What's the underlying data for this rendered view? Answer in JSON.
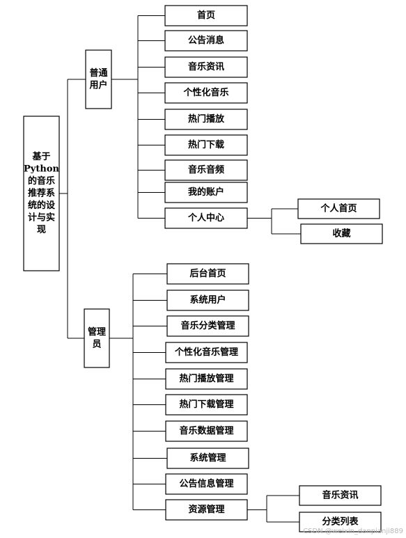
{
  "root": {
    "id": "root",
    "lines": [
      "基于",
      "Python",
      "的音乐",
      "推荐系",
      "统的设",
      "计与实",
      "现"
    ]
  },
  "branches": [
    {
      "id": "user",
      "lines": [
        "普通",
        "用户"
      ],
      "children": [
        {
          "id": "user-home",
          "label": "首页"
        },
        {
          "id": "user-notice",
          "label": "公告消息"
        },
        {
          "id": "user-music-news",
          "label": "音乐资讯"
        },
        {
          "id": "user-personal-music",
          "label": "个性化音乐"
        },
        {
          "id": "user-hot-play",
          "label": "热门播放"
        },
        {
          "id": "user-hot-download",
          "label": "热门下载"
        },
        {
          "id": "user-music-audio",
          "label": "音乐音频"
        },
        {
          "id": "user-account",
          "label": "我的账户"
        },
        {
          "id": "user-center",
          "label": "个人中心",
          "children": [
            {
              "id": "center-home",
              "label": "个人首页"
            },
            {
              "id": "center-favorite",
              "label": "收藏"
            }
          ]
        }
      ]
    },
    {
      "id": "admin",
      "lines": [
        "管理",
        "员"
      ],
      "children": [
        {
          "id": "admin-home",
          "label": "后台首页"
        },
        {
          "id": "admin-sys-user",
          "label": "系统用户"
        },
        {
          "id": "admin-category",
          "label": "音乐分类管理"
        },
        {
          "id": "admin-personal",
          "label": "个性化音乐管理"
        },
        {
          "id": "admin-hot-play",
          "label": "热门播放管理"
        },
        {
          "id": "admin-hot-download",
          "label": "热门下载管理"
        },
        {
          "id": "admin-data",
          "label": "音乐数据管理"
        },
        {
          "id": "admin-system",
          "label": "系统管理"
        },
        {
          "id": "admin-notice",
          "label": "公告信息管理"
        },
        {
          "id": "admin-resource",
          "label": "资源管理",
          "children": [
            {
              "id": "res-news",
              "label": "音乐资讯"
            },
            {
              "id": "res-category-list",
              "label": "分类列表"
            }
          ]
        }
      ]
    }
  ],
  "watermark": "CSDN @weixin_danpianji889"
}
